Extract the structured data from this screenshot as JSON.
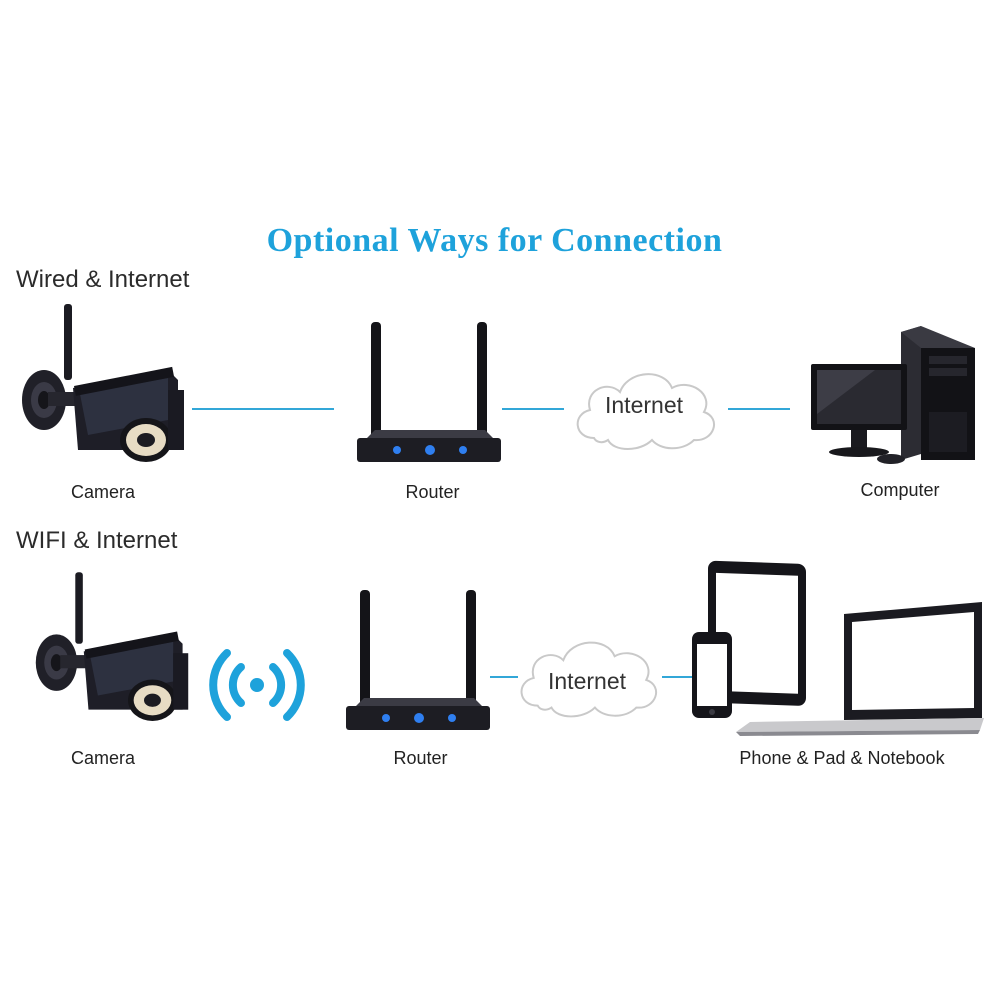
{
  "title": "Optional Ways for Connection",
  "rows": [
    {
      "label": "Wired & Internet",
      "nodes": [
        {
          "icon": "camera-icon",
          "caption": "Camera"
        },
        {
          "icon": "router-icon",
          "caption": "Router"
        },
        {
          "icon": "cloud-icon",
          "text": "Internet"
        },
        {
          "icon": "desktop-computer-icon",
          "caption": "Computer"
        }
      ]
    },
    {
      "label": "WIFI & Internet",
      "nodes": [
        {
          "icon": "camera-icon",
          "caption": "Camera"
        },
        {
          "icon": "wifi-signal-icon"
        },
        {
          "icon": "router-icon",
          "caption": "Router"
        },
        {
          "icon": "cloud-icon",
          "text": "Internet"
        },
        {
          "icon": "phone-pad-notebook-icon",
          "caption": "Phone & Pad & Notebook"
        }
      ]
    }
  ],
  "colors": {
    "accent": "#1ea2db",
    "link": "#32a7d8",
    "device": "#1a1a1f",
    "router_led": "#2f7ff0"
  }
}
